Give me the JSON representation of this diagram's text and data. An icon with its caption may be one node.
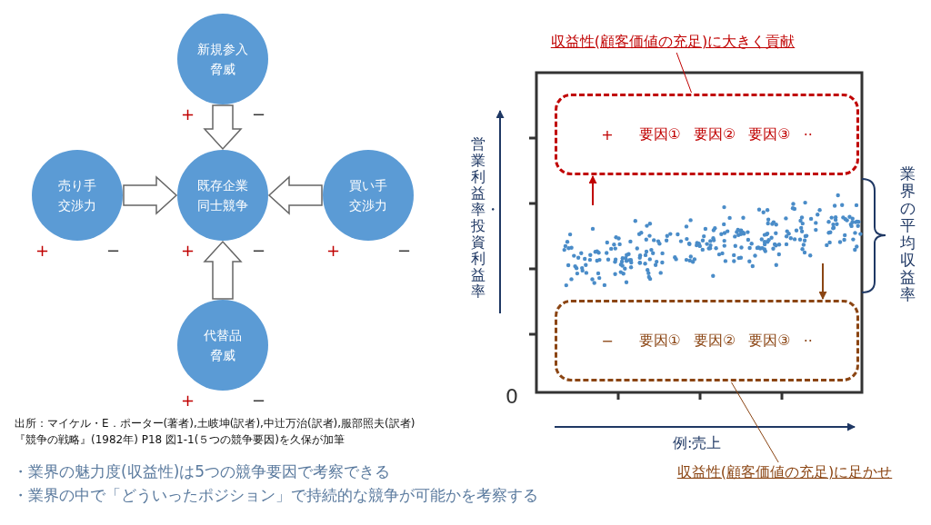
{
  "diagram": {
    "nodes": [
      {
        "text": [
          "新規参入脅威"
        ],
        "beside": [
          "+",
          "−"
        ]
      },
      {
        "text": [
          "売り手交渉力"
        ],
        "beside": [
          "+",
          "−"
        ]
      },
      {
        "text": [
          "既存企業同士競争"
        ],
        "beside": [
          "+",
          "−"
        ]
      },
      {
        "text": [
          "買い手交渉力"
        ],
        "beside": [
          "+",
          "−"
        ]
      },
      {
        "text": [
          "代替品脅威"
        ],
        "beside": [
          "+",
          "−"
        ]
      },
      {
        "text": [
          "収益性(顧客価値の充足)に大きく貢献"
        ]
      },
      {
        "text": [
          "+",
          "要因①",
          "要因②",
          "要因③",
          "··"
        ]
      },
      {
        "text": [
          "−",
          "要因①",
          "要因②",
          "要因③",
          "··"
        ]
      },
      {
        "text": [
          "収益性(顧客価値の充足)に足かせ"
        ]
      }
    ],
    "edges": [
      {
        "from": 0,
        "to": 2,
        "arrow": "to"
      },
      {
        "from": 1,
        "to": 2,
        "arrow": "to"
      },
      {
        "from": 3,
        "to": 2,
        "arrow": "to"
      },
      {
        "from": 4,
        "to": 2,
        "arrow": "to"
      },
      {
        "from": 5,
        "to": 6,
        "arrow": "none",
        "color": "#c00000"
      },
      {
        "from": null,
        "to": 6,
        "arrow": "to",
        "color": "#c00000"
      },
      {
        "from": null,
        "to": 7,
        "arrow": "to",
        "color": "#8b4513"
      },
      {
        "from": 8,
        "to": 7,
        "arrow": "none",
        "color": "#8b4513"
      }
    ],
    "labels": [
      "営業利益率・投資利益率",
      "業界の平均収益率",
      "0",
      "例:売上",
      "出所：マイケル・E．ポーター(著者),土岐坤(訳者),中辻万治(訳者),服部照夫(訳者)",
      "『競争の戦略』(1982年) P18 図1-1(５つの競争要因)を久保が加筆",
      "・業界の魅力度(収益性)は5つの競争要因で考察できる",
      "・業界の中で「どういったポジション」で持続的な競争が可能かを考察する"
    ]
  }
}
